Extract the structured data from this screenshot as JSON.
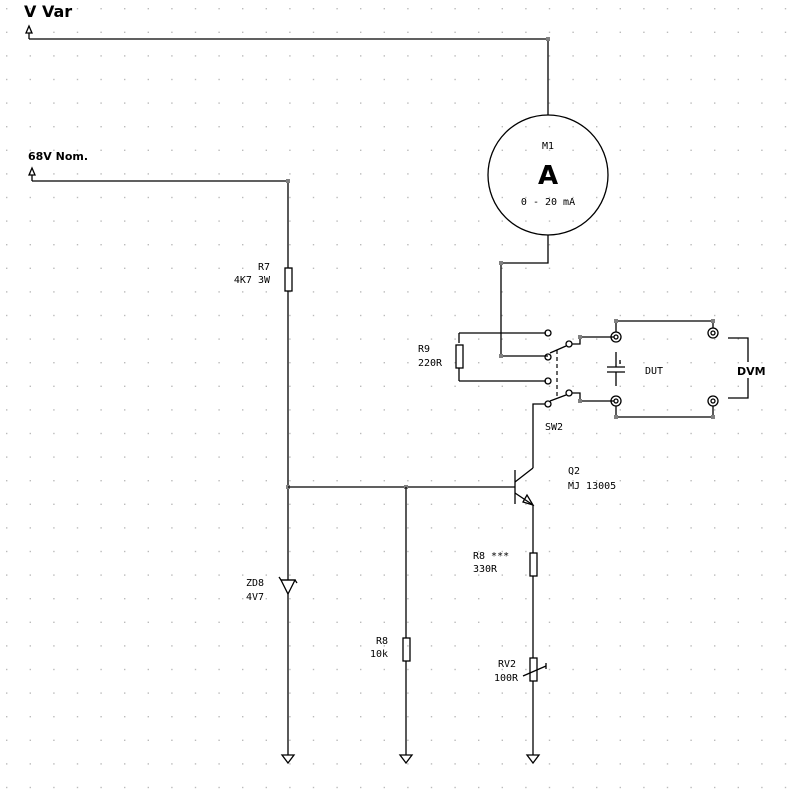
{
  "rails": {
    "v_var": "V Var",
    "v_nom": "68V Nom."
  },
  "meter": {
    "ref": "M1",
    "symbol": "A",
    "range": "0 - 20 mA"
  },
  "components": {
    "r7": {
      "ref": "R7",
      "value": "4K7 3W"
    },
    "r9": {
      "ref": "R9",
      "value": "220R"
    },
    "sw2": {
      "ref": "SW2"
    },
    "q2": {
      "ref": "Q2",
      "value": "MJ 13005"
    },
    "r8a": {
      "ref": "R8 ***",
      "value": "330R"
    },
    "rv2": {
      "ref": "RV2",
      "value": "100R"
    },
    "zd8": {
      "ref": "ZD8",
      "value": "4V7"
    },
    "r8b": {
      "ref": "R8",
      "value": "10k"
    },
    "dut": {
      "label": "DUT"
    },
    "dvm": {
      "label": "DVM"
    }
  }
}
